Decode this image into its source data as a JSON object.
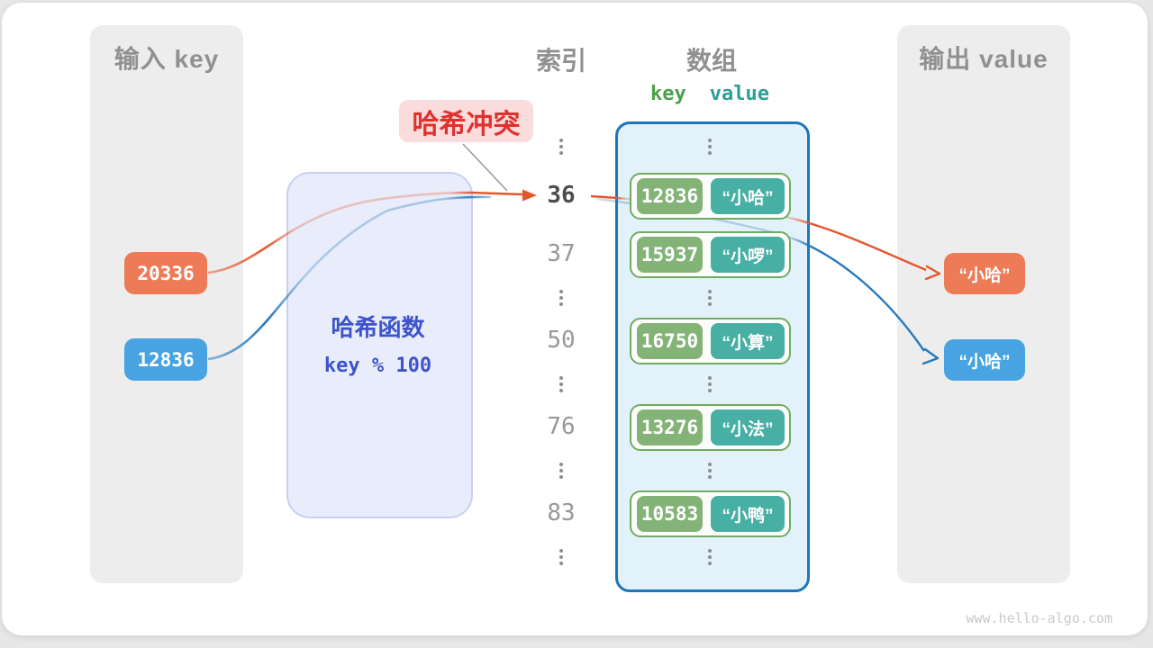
{
  "watermark": "www.hello-algo.com",
  "input_panel": {
    "title": "输入 key",
    "keys": [
      {
        "value": "20336",
        "color": "#ee7b57"
      },
      {
        "value": "12836",
        "color": "#47a3e2"
      }
    ]
  },
  "hash_function": {
    "title": "哈希函数",
    "formula": "key % 100"
  },
  "collision_label": "哈希冲突",
  "index_column": {
    "title": "索引",
    "values": [
      "36",
      "37",
      "50",
      "76",
      "83"
    ],
    "highlighted_value": "36"
  },
  "array_column": {
    "title": "数组",
    "key_header": "key",
    "value_header": "value",
    "pairs": [
      {
        "key": "12836",
        "value": "“小哈”"
      },
      {
        "key": "15937",
        "value": "“小啰”"
      },
      {
        "key": "16750",
        "value": "“小算”"
      },
      {
        "key": "13276",
        "value": "“小法”"
      },
      {
        "key": "10583",
        "value": "“小鸭”"
      }
    ]
  },
  "output_panel": {
    "title": "输出 value",
    "values": [
      {
        "value": "“小哈”",
        "color": "#ee7b57"
      },
      {
        "value": "“小哈”",
        "color": "#47a3e2"
      }
    ]
  },
  "colors": {
    "orange_line": "#e4572e",
    "blue_line": "#2679bd",
    "array_border": "#1b76bc",
    "green_pill": "#84b377",
    "teal_pill": "#48afa4",
    "indigo_text": "#3d53cb",
    "red_text": "#df322e"
  }
}
